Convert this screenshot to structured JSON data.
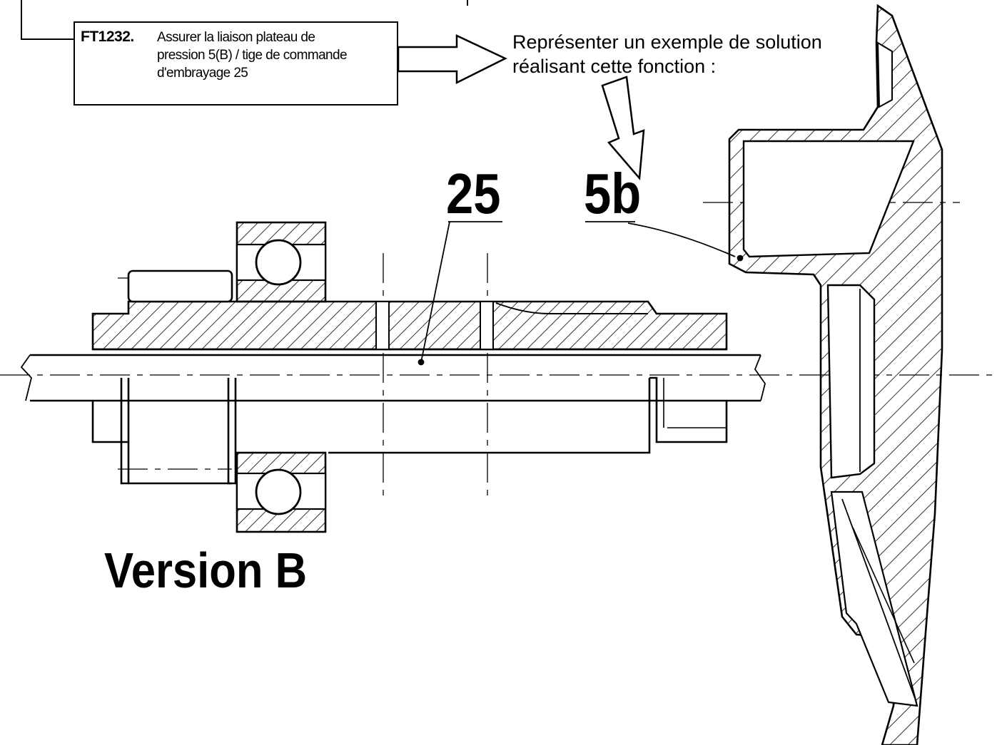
{
  "function_box": {
    "code": "FT1232.",
    "lines": [
      "Assurer la liaison plateau de",
      "pression 5(B) / tige de commande",
      "d'embrayage 25"
    ]
  },
  "instruction": {
    "lines": [
      "Représenter un exemple de solution",
      "réalisant cette fonction :"
    ]
  },
  "part_marks": {
    "rod": "25",
    "plate": "5b"
  },
  "version_label": "Version B"
}
